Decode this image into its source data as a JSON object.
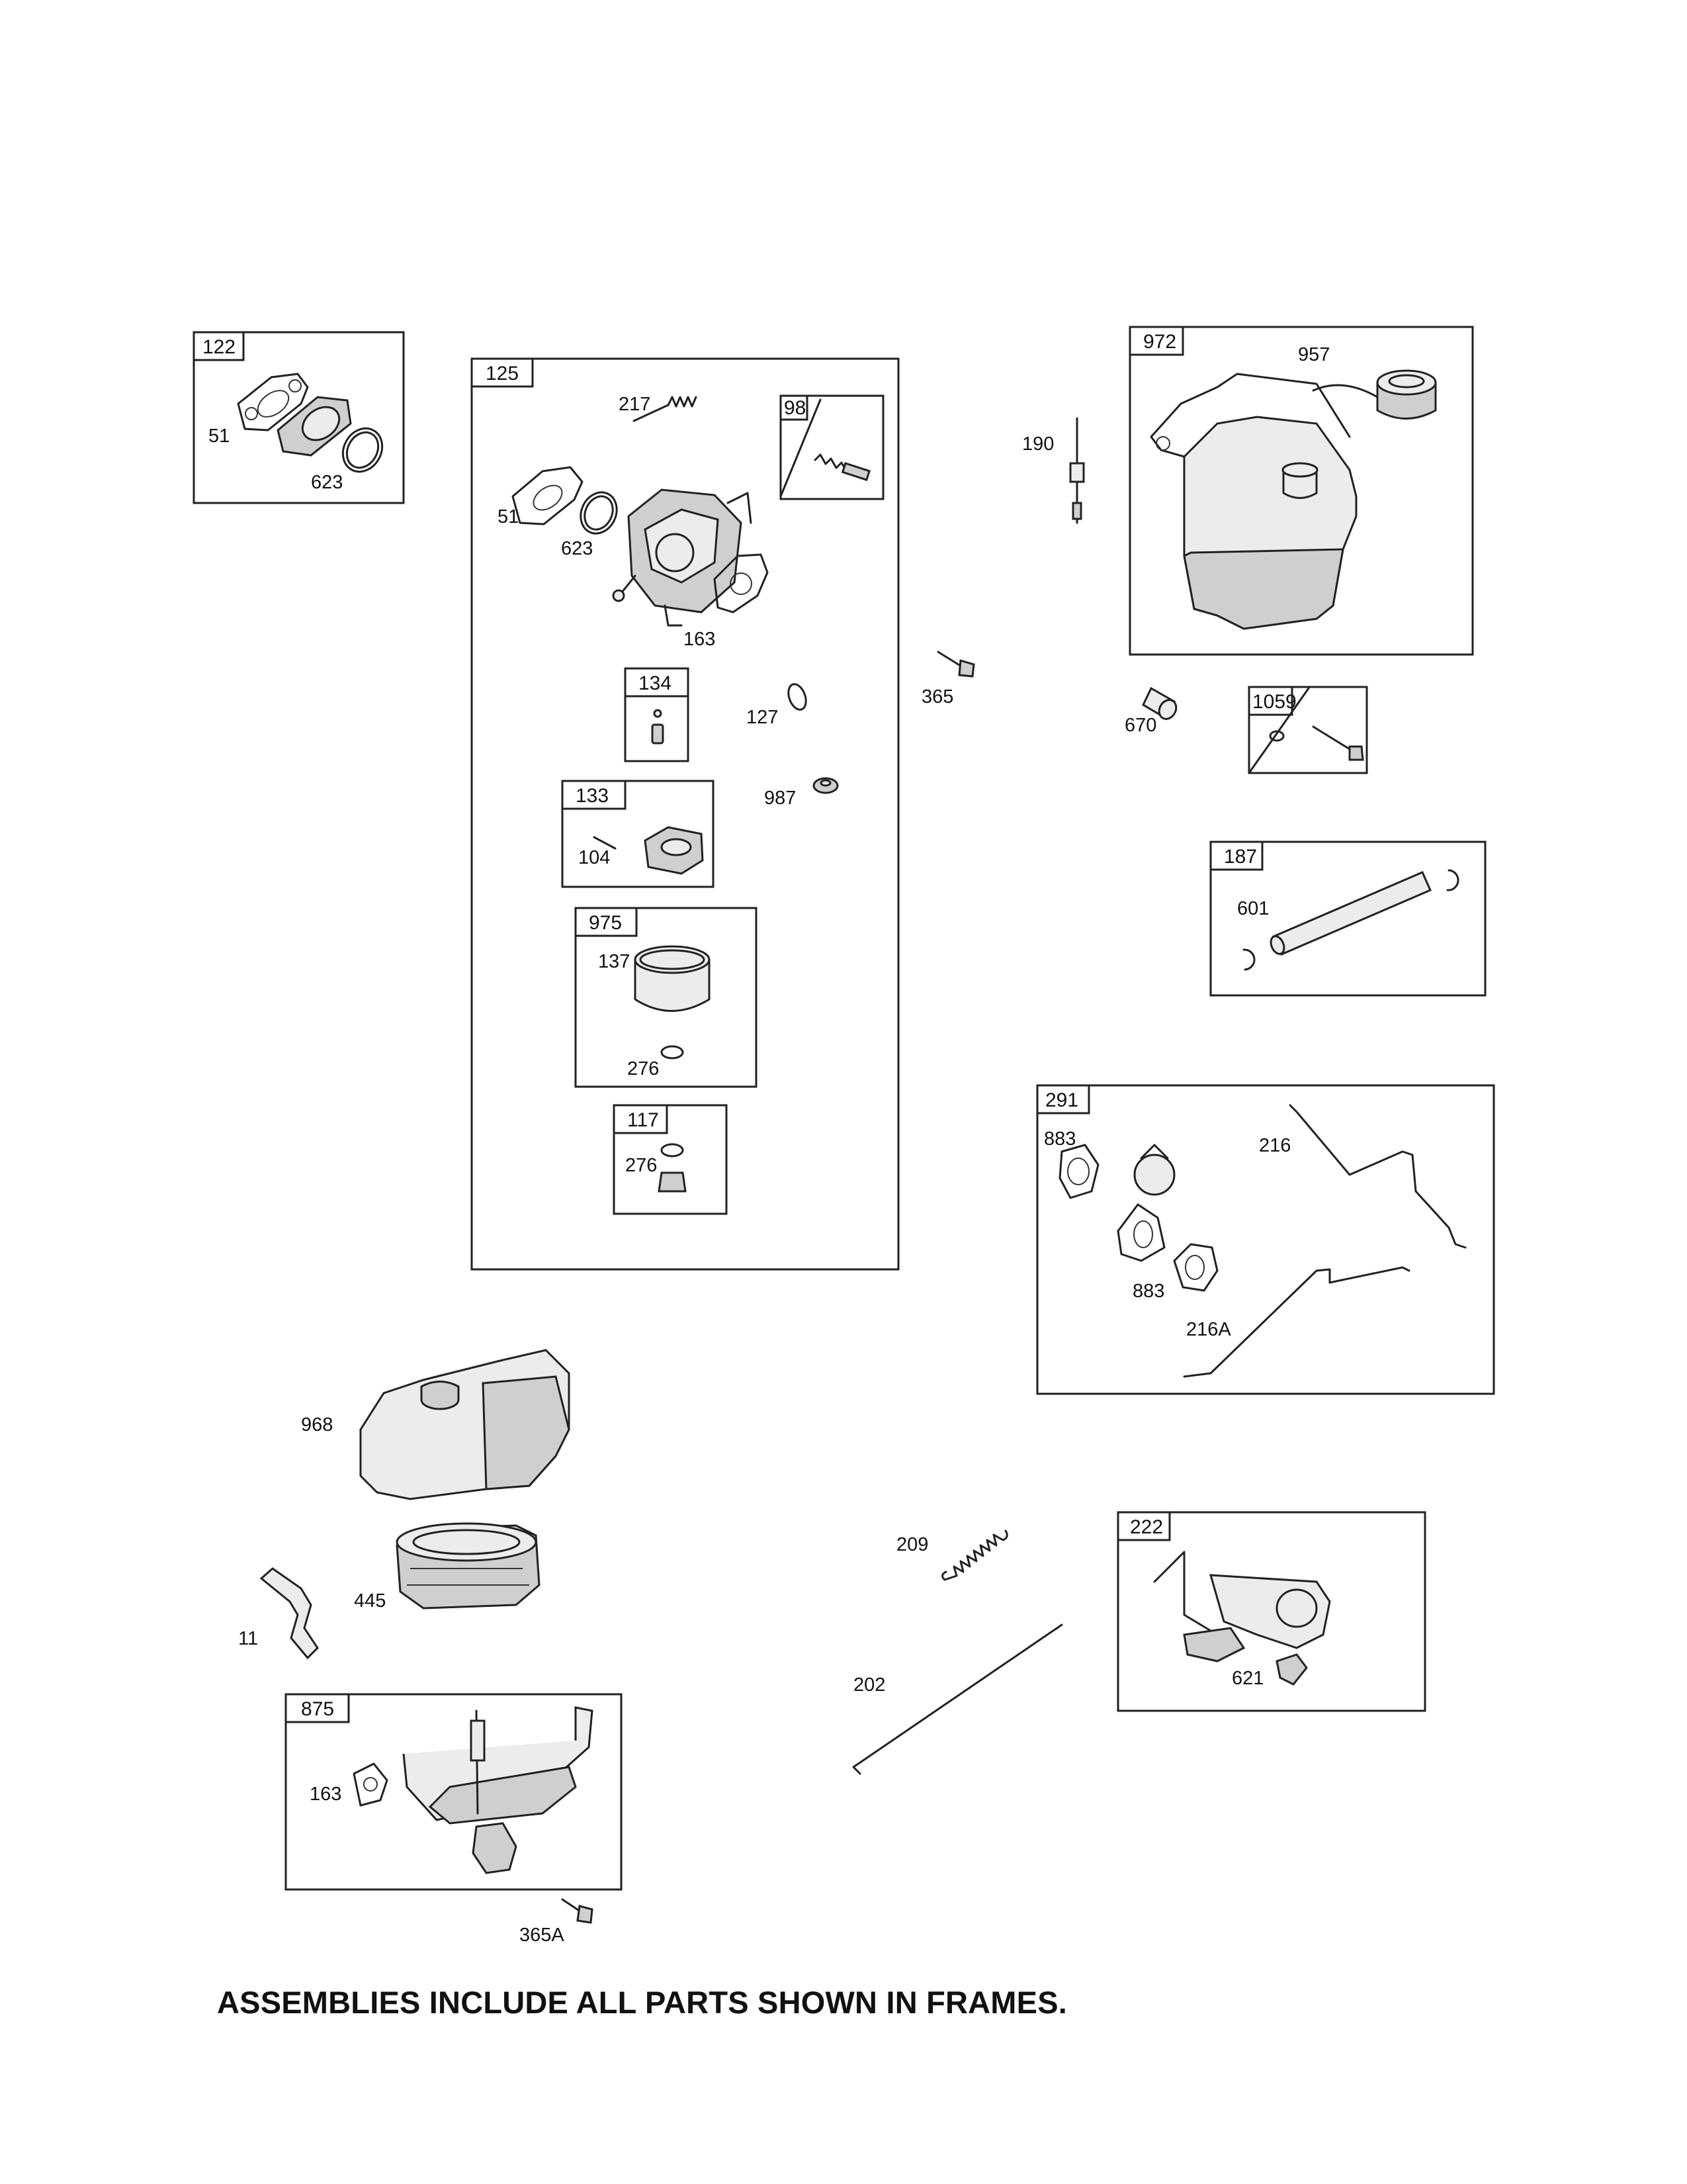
{
  "footer_note": "ASSEMBLIES INCLUDE ALL PARTS SHOWN IN FRAMES.",
  "frames": {
    "f122": "122",
    "f125": "125",
    "f98": "98",
    "f134": "134",
    "f133": "133",
    "f975": "975",
    "f117": "117",
    "f972": "972",
    "f1059": "1059",
    "f187": "187",
    "f291": "291",
    "f222": "222",
    "f875": "875"
  },
  "labels": {
    "p51a": "51",
    "p623a": "623",
    "p217": "217",
    "p51b": "51",
    "p623b": "623",
    "p163a": "163",
    "p127": "127",
    "p987": "987",
    "p104": "104",
    "p137": "137",
    "p276a": "276",
    "p276b": "276",
    "p190": "190",
    "p957": "957",
    "p365": "365",
    "p670": "670",
    "p601": "601",
    "p883a": "883",
    "p883b": "883",
    "p216": "216",
    "p216a": "216A",
    "p968": "968",
    "p445": "445",
    "p11": "11",
    "p163b": "163",
    "p365a": "365A",
    "p209": "209",
    "p202": "202",
    "p621": "621"
  }
}
